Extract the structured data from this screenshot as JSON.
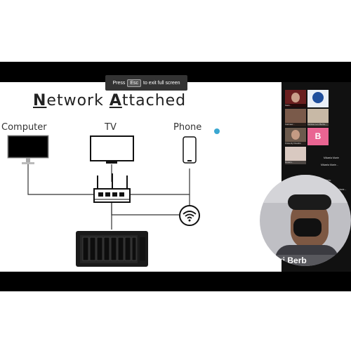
{
  "toast": {
    "prefix": "Press",
    "key": "Esc",
    "suffix": "to exit full screen"
  },
  "slide": {
    "title_cap1": "N",
    "title_rest1": "etwork ",
    "title_cap2": "A",
    "title_rest2": "ttached",
    "device_labels": {
      "computer": "Computer",
      "tv": "TV",
      "phone": "Phone"
    }
  },
  "participants": {
    "tiles": [
      {
        "name": "Mark...",
        "color": "#6a1f1f"
      },
      {
        "name": "",
        "color": "#e9eef6",
        "logo": true
      },
      {
        "name": "Kaitinaw...",
        "color": "#7a5a4a"
      },
      {
        "name": "Melissa Levi Berbe...",
        "color": "#c8b9a6"
      },
      {
        "name": "Kravenly Doesbo",
        "color": "#6c5a4d"
      },
      {
        "name": "B",
        "color": "#e96592",
        "initial": true
      },
      {
        "name": "Rosam...",
        "color": "#d9c9c1"
      }
    ],
    "list_names": [
      "Mikaela Marie",
      "Mikaela Marie...",
      "Berto",
      "Arce, Kristellane..."
    ],
    "speaker_name": "a Levi Berb"
  },
  "colors": {
    "accent_dot": "#3aa7d1",
    "frame": "#000000"
  }
}
